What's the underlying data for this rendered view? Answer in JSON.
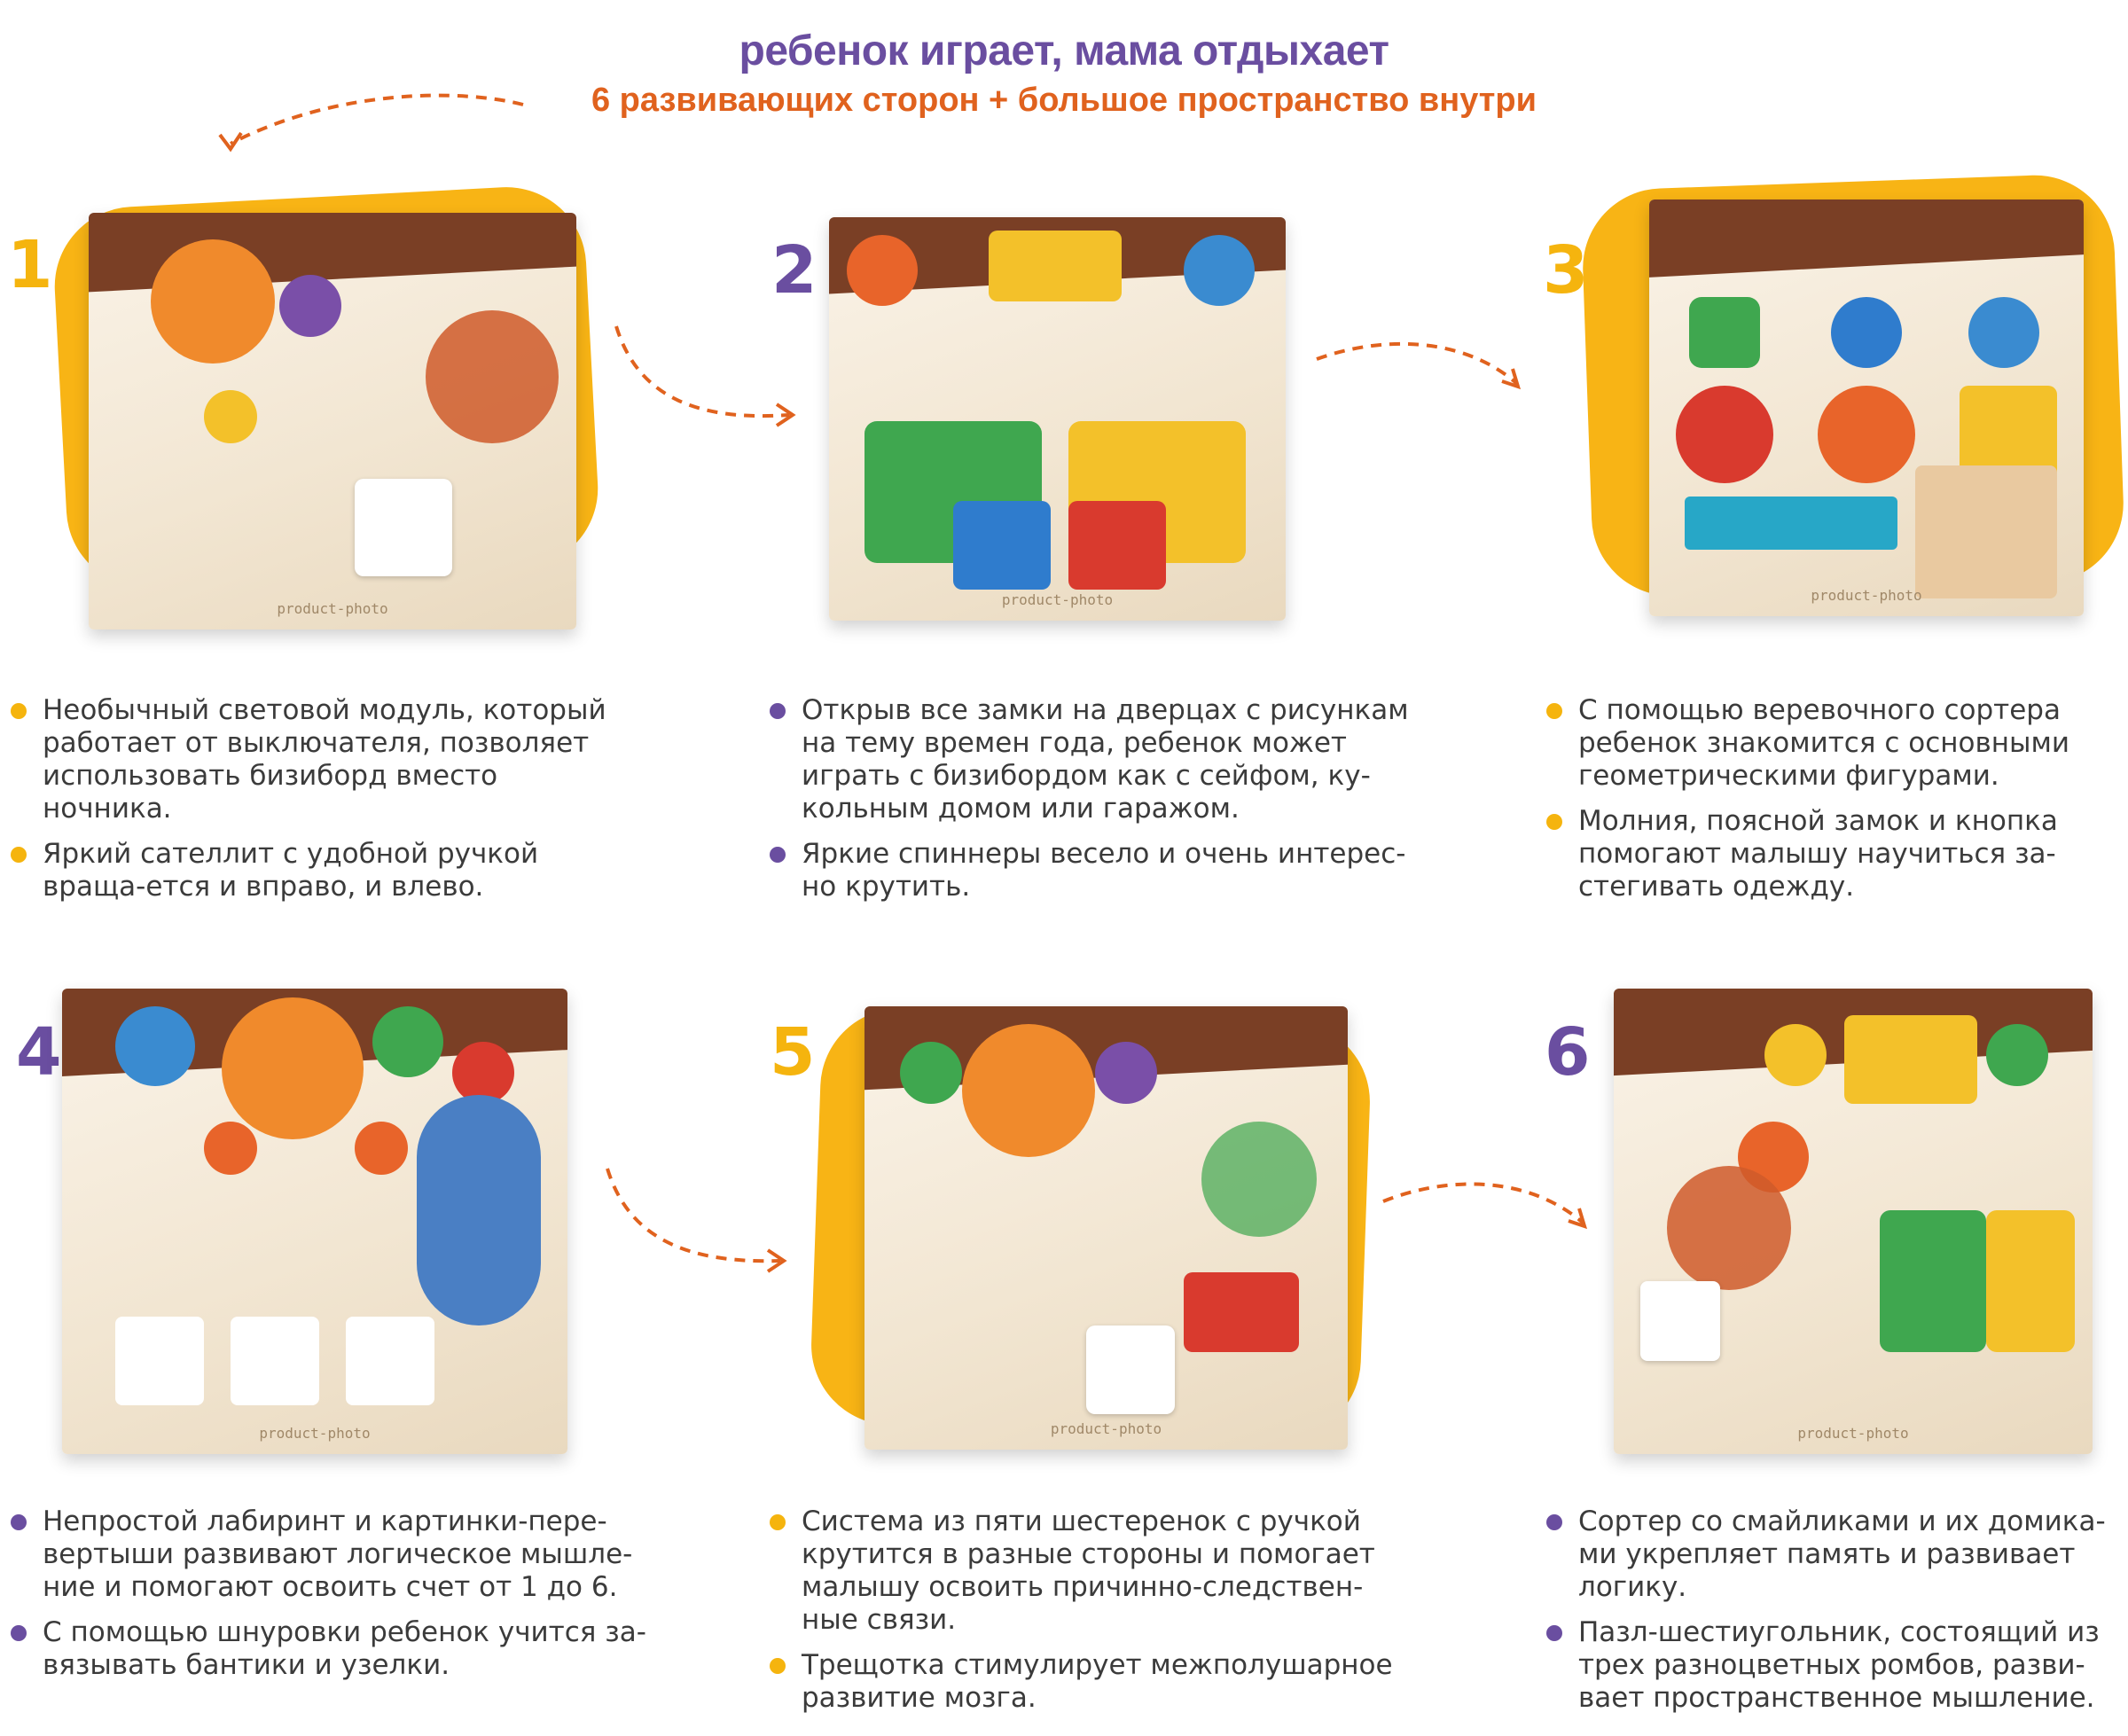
{
  "header": {
    "title": "ребенок играет, мама отдыхает",
    "subtitle": "6 развивающих сторон + большое пространство внутри"
  },
  "colors": {
    "yellow": "#f5b40e",
    "purple": "#6a4ea0",
    "orange": "#e0621e",
    "text": "#3b3b3b"
  },
  "sides": [
    {
      "number": "1",
      "image_label": "product-photo",
      "bullets": [
        "Необычный световой модуль, который работает от выключателя, позволяет использовать бизиборд вместо ночника.",
        "Яркий сателлит с удобной ручкой враща-ется и вправо, и влево."
      ]
    },
    {
      "number": "2",
      "image_label": "product-photo",
      "bullets": [
        "Открыв все замки на дверцах с рисункам на тему времен года, ребенок может играть с бизибордом как с сейфом, ку-кольным домом или гаражом.",
        "Яркие спиннеры весело и очень интерес-но крутить."
      ]
    },
    {
      "number": "3",
      "image_label": "product-photo",
      "bullets": [
        "С помощью веревочного сортера ребенок знакомится с основными геометрическими фигурами.",
        "Молния, поясной замок и кнопка помогают малышу научиться за-стегивать одежду."
      ]
    },
    {
      "number": "4",
      "image_label": "product-photo",
      "bullets": [
        "Непростой лабиринт и картинки-пере-вертыши развивают логическое мышле-ние и помогают освоить счет от 1 до 6.",
        "С помощью шнуровки ребенок учится за-вязывать бантики и узелки."
      ]
    },
    {
      "number": "5",
      "image_label": "product-photo",
      "bullets": [
        "Система из пяти шестеренок с ручкой крутится в разные стороны и помогает малышу освоить причинно-следствен-ные связи.",
        "Трещотка стимулирует межполушарное развитие мозга."
      ]
    },
    {
      "number": "6",
      "image_label": "product-photo",
      "bullets": [
        "Сортер со смайликами и их домика-ми укрепляет память и развивает логику.",
        "Пазл-шестиугольник, состоящий из трех разноцветных ромбов, разви-вает пространственное мышление."
      ]
    }
  ]
}
